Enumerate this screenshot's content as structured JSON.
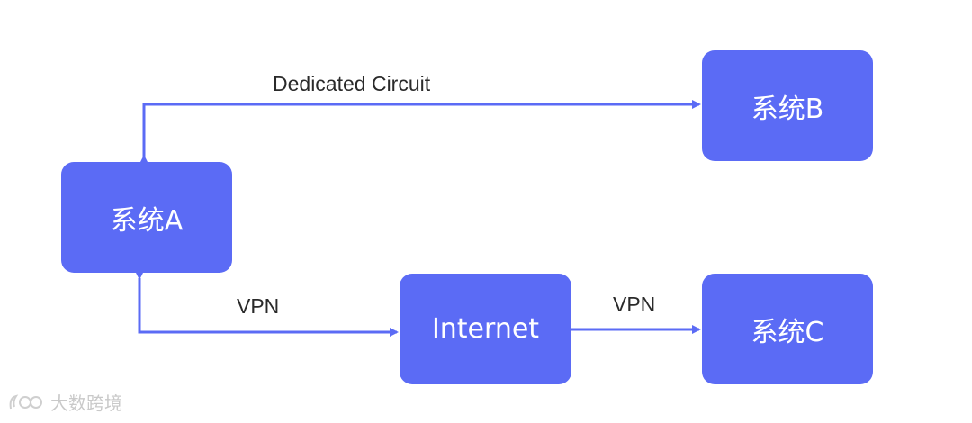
{
  "nodes": {
    "system_a": "系统A",
    "system_b": "系统B",
    "internet": "Internet",
    "system_c": "系统C"
  },
  "edges": {
    "a_to_b_label": "Dedicated Circuit",
    "a_to_internet_label": "VPN",
    "internet_to_c_label": "VPN"
  },
  "colors": {
    "node_fill": "#5b6bf5",
    "connector": "#5b6bf5",
    "label_text": "#2a2a2a"
  },
  "watermark": {
    "text": "大数跨境"
  }
}
